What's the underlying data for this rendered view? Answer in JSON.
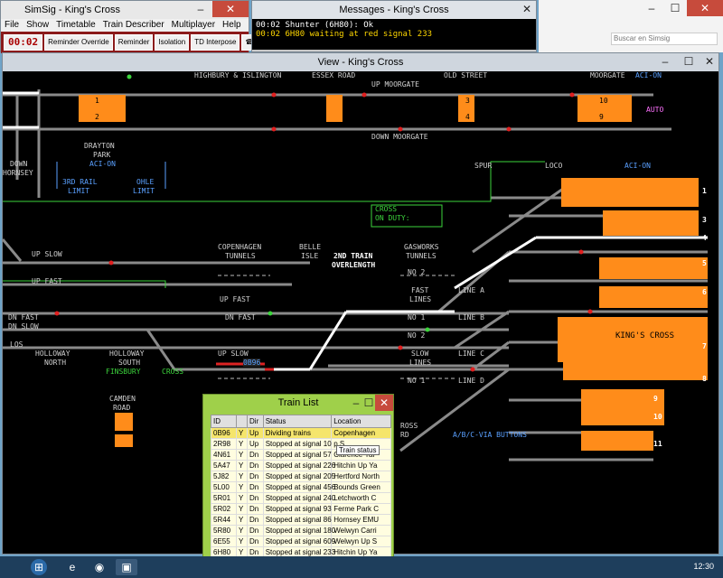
{
  "simsig_window": {
    "title": "SimSig - King's Cross",
    "menu": [
      "File",
      "Show",
      "Timetable",
      "Train Describer",
      "Multiplayer",
      "Help"
    ],
    "clock": "00:02",
    "buttons": [
      "Reminder Override",
      "Reminder",
      "Isolation",
      "TD Interpose"
    ]
  },
  "messages_window": {
    "title": "Messages - King's Cross",
    "lines": [
      "00:02 Shunter (6H80): Ok",
      "00:02 6H80 waiting at red signal 233"
    ]
  },
  "browser": {
    "search_placeholder": "Buscar en Simsig"
  },
  "view_window": {
    "title": "View - King's Cross",
    "labels": {
      "highbury": "HIGHBURY & ISLINGTON",
      "essex_road": "ESSEX ROAD",
      "old_street": "OLD STREET",
      "moorgate": "MOORGATE",
      "aci_on": "ACI-ON",
      "up_moorgate": "UP MOORGATE",
      "down_moorgate": "DOWN MOORGATE",
      "auto": "AUTO",
      "drayton_park": "DRAYTON",
      "drayton_park2": "PARK",
      "down_hornsey": "DOWN",
      "down_hornsey2": "HORNSEY",
      "third_rail": "3RD RAIL",
      "third_rail2": "LIMIT",
      "ohle": "OHLE",
      "ohle2": "LIMIT",
      "spur": "SPUR",
      "loco": "LOCO",
      "cross": "CROSS",
      "on_duty": "ON DUTY:",
      "up_slow": "UP SLOW",
      "up_fast": "UP FAST",
      "dn_fast": "DN FAST",
      "dn_slow": "DN SLOW",
      "los": "LOS",
      "copenhagen": "COPENHAGEN",
      "tunnels": "TUNNELS",
      "belle": "BELLE",
      "isle": "ISLE",
      "second_train": "2ND TRAIN",
      "overlength": "OVERLENGTH",
      "gasworks": "GASWORKS",
      "fast_lines": "FAST",
      "lines": "LINES",
      "slow_lines": "SLOW",
      "holloway_north": "HOLLOWAY",
      "north": "NORTH",
      "holloway_south": "HOLLOWAY",
      "south": "SOUTH",
      "finsbury": "FINSBURY",
      "camden": "CAMDEN",
      "road": "ROAD",
      "kings_cross": "KING'S CROSS",
      "abc_via": "A/B/C-VIA BUTTONS",
      "line_a": "LINE A",
      "line_b": "LINE B",
      "line_c": "LINE C",
      "line_d": "LINE D",
      "no1": "NO 1",
      "no2": "NO 2",
      "ross": "ROSS",
      "rd": "RD",
      "train_id": "0B96"
    },
    "platform_numbers": [
      "1",
      "2",
      "3",
      "4",
      "5",
      "6",
      "7",
      "8",
      "9",
      "10",
      "11"
    ]
  },
  "train_list": {
    "title": "Train List",
    "columns": [
      "ID",
      "",
      "Dir",
      "Status",
      "Location"
    ],
    "rows": [
      [
        "0B96",
        "Y",
        "Up",
        "Dividing trains",
        "Copenhagen"
      ],
      [
        "2R98",
        "Y",
        "Up",
        "Stopped at signal 10",
        "p S"
      ],
      [
        "4N61",
        "Y",
        "Dn",
        "Stopped at signal 57",
        "Clarence Yar"
      ],
      [
        "5A47",
        "Y",
        "Dn",
        "Stopped at signal 226",
        "Hitchin Up Ya"
      ],
      [
        "5J82",
        "Y",
        "Dn",
        "Stopped at signal 205",
        "Hertford North"
      ],
      [
        "5L00",
        "Y",
        "Dn",
        "Stopped at signal 456",
        "Bounds Green"
      ],
      [
        "5R01",
        "Y",
        "Dn",
        "Stopped at signal 240",
        "Letchworth C"
      ],
      [
        "5R02",
        "Y",
        "Dn",
        "Stopped at signal 93",
        "Ferme Park C"
      ],
      [
        "5R44",
        "Y",
        "Dn",
        "Stopped at signal 86",
        "Hornsey EMU"
      ],
      [
        "5R80",
        "Y",
        "Dn",
        "Stopped at signal 180",
        "Welwyn Carri"
      ],
      [
        "6E55",
        "Y",
        "Dn",
        "Stopped at signal 609",
        "Welwyn Up S"
      ],
      [
        "6H80",
        "Y",
        "Dn",
        "Stopped at signal 233",
        "Hitchin Up Ya"
      ]
    ],
    "tooltip": "Train status"
  },
  "taskbar": {
    "time": "12:30"
  }
}
